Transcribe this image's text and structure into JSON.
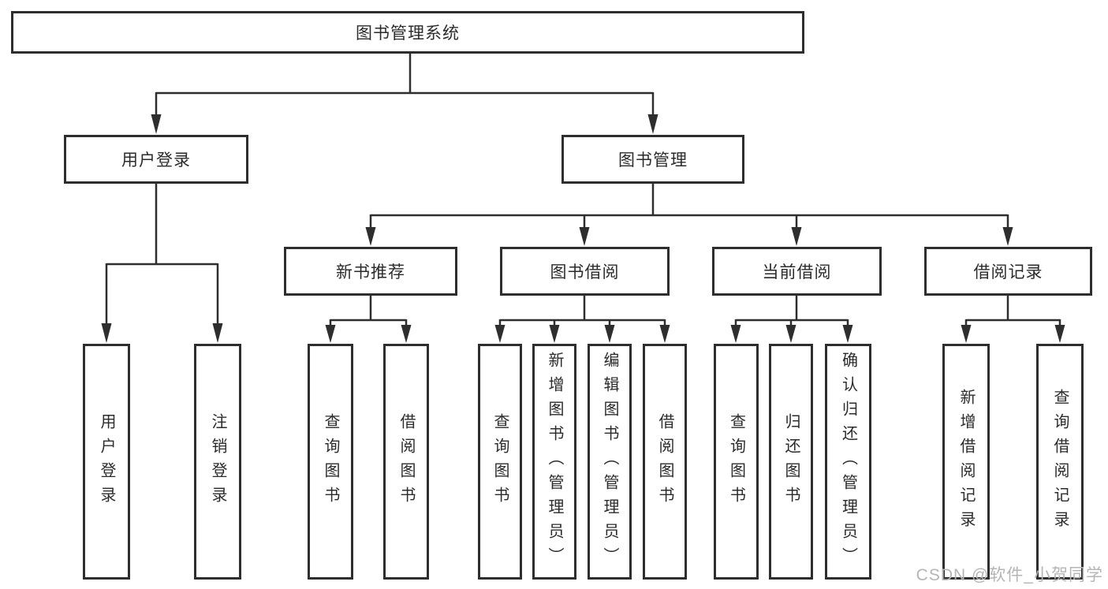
{
  "tree": {
    "root": {
      "label": "图书管理系统"
    },
    "level2": [
      {
        "label": "用户登录",
        "parent": "图书管理系统"
      },
      {
        "label": "图书管理",
        "parent": "图书管理系统"
      }
    ],
    "level3": [
      {
        "label": "新书推荐",
        "parent": "图书管理"
      },
      {
        "label": "图书借阅",
        "parent": "图书管理"
      },
      {
        "label": "当前借阅",
        "parent": "图书管理"
      },
      {
        "label": "借阅记录",
        "parent": "图书管理"
      }
    ],
    "leaves": [
      {
        "label": "用户登录",
        "parent": "用户登录"
      },
      {
        "label": "注销登录",
        "parent": "用户登录"
      },
      {
        "label": "查询图书",
        "parent": "新书推荐"
      },
      {
        "label": "借阅图书",
        "parent": "新书推荐"
      },
      {
        "label": "查询图书",
        "parent": "图书借阅"
      },
      {
        "label": "新增图书（管理员）",
        "parent": "图书借阅"
      },
      {
        "label": "编辑图书（管理员）",
        "parent": "图书借阅"
      },
      {
        "label": "借阅图书",
        "parent": "图书借阅"
      },
      {
        "label": "查询图书",
        "parent": "当前借阅"
      },
      {
        "label": "归还图书",
        "parent": "当前借阅"
      },
      {
        "label": "确认归还（管理员）",
        "parent": "当前借阅"
      },
      {
        "label": "新增借阅记录",
        "parent": "借阅记录"
      },
      {
        "label": "查询借阅记录",
        "parent": "借阅记录"
      }
    ]
  },
  "watermark": "CSDN @软件_小贺同学",
  "colors": {
    "line": "#2e2e2e",
    "box_border": "#2e2e2e",
    "text": "#2b2b2b",
    "watermark": "#b5b5b5",
    "background": "#ffffff"
  }
}
